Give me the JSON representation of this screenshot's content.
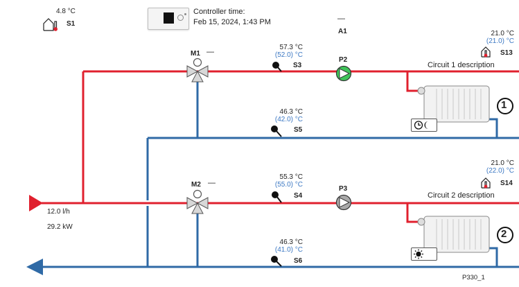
{
  "outdoor": {
    "temp": "4.8 °C",
    "sensor": "S1"
  },
  "controller": {
    "title": "Controller time:",
    "datetime": "Feb 15, 2024, 1:43 PM"
  },
  "a1": {
    "status": "—",
    "label": "A1"
  },
  "supply": {
    "flow": "12.0 l/h",
    "power": "29.2 kW"
  },
  "circuit1": {
    "description": "Circuit 1 description",
    "number": "1",
    "mixer": {
      "label": "M1",
      "status": "—"
    },
    "pump": {
      "label": "P2",
      "running": true
    },
    "supply_sensor": {
      "temp": "57.3 °C",
      "setpoint": "(52.0) °C",
      "label": "S3"
    },
    "return_sensor": {
      "temp": "46.3 °C",
      "setpoint": "(42.0) °C",
      "label": "S5"
    },
    "room_sensor": {
      "temp": "21.0 °C",
      "setpoint": "(21.0) °C",
      "label": "S13"
    },
    "mode_icons": [
      "clock-icon",
      "moon-icon"
    ]
  },
  "circuit2": {
    "description": "Circuit 2 description",
    "number": "2",
    "mixer": {
      "label": "M2",
      "status": "—"
    },
    "pump": {
      "label": "P3",
      "running": false
    },
    "supply_sensor": {
      "temp": "55.3 °C",
      "setpoint": "(55.0) °C",
      "label": "S4"
    },
    "return_sensor": {
      "temp": "46.3 °C",
      "setpoint": "(41.0) °C",
      "label": "S6"
    },
    "room_sensor": {
      "temp": "21.0 °C",
      "setpoint": "(22.0) °C",
      "label": "S14"
    },
    "mode_icons": [
      "sun-icon"
    ]
  },
  "diagram_id": "P330_1",
  "colors": {
    "supply_pipe": "#e0202e",
    "return_pipe": "#2f6aa6",
    "pump_running": "#3fc45a",
    "pump_stopped": "#a9a9a9",
    "setpoint_text": "#3c78c3"
  }
}
